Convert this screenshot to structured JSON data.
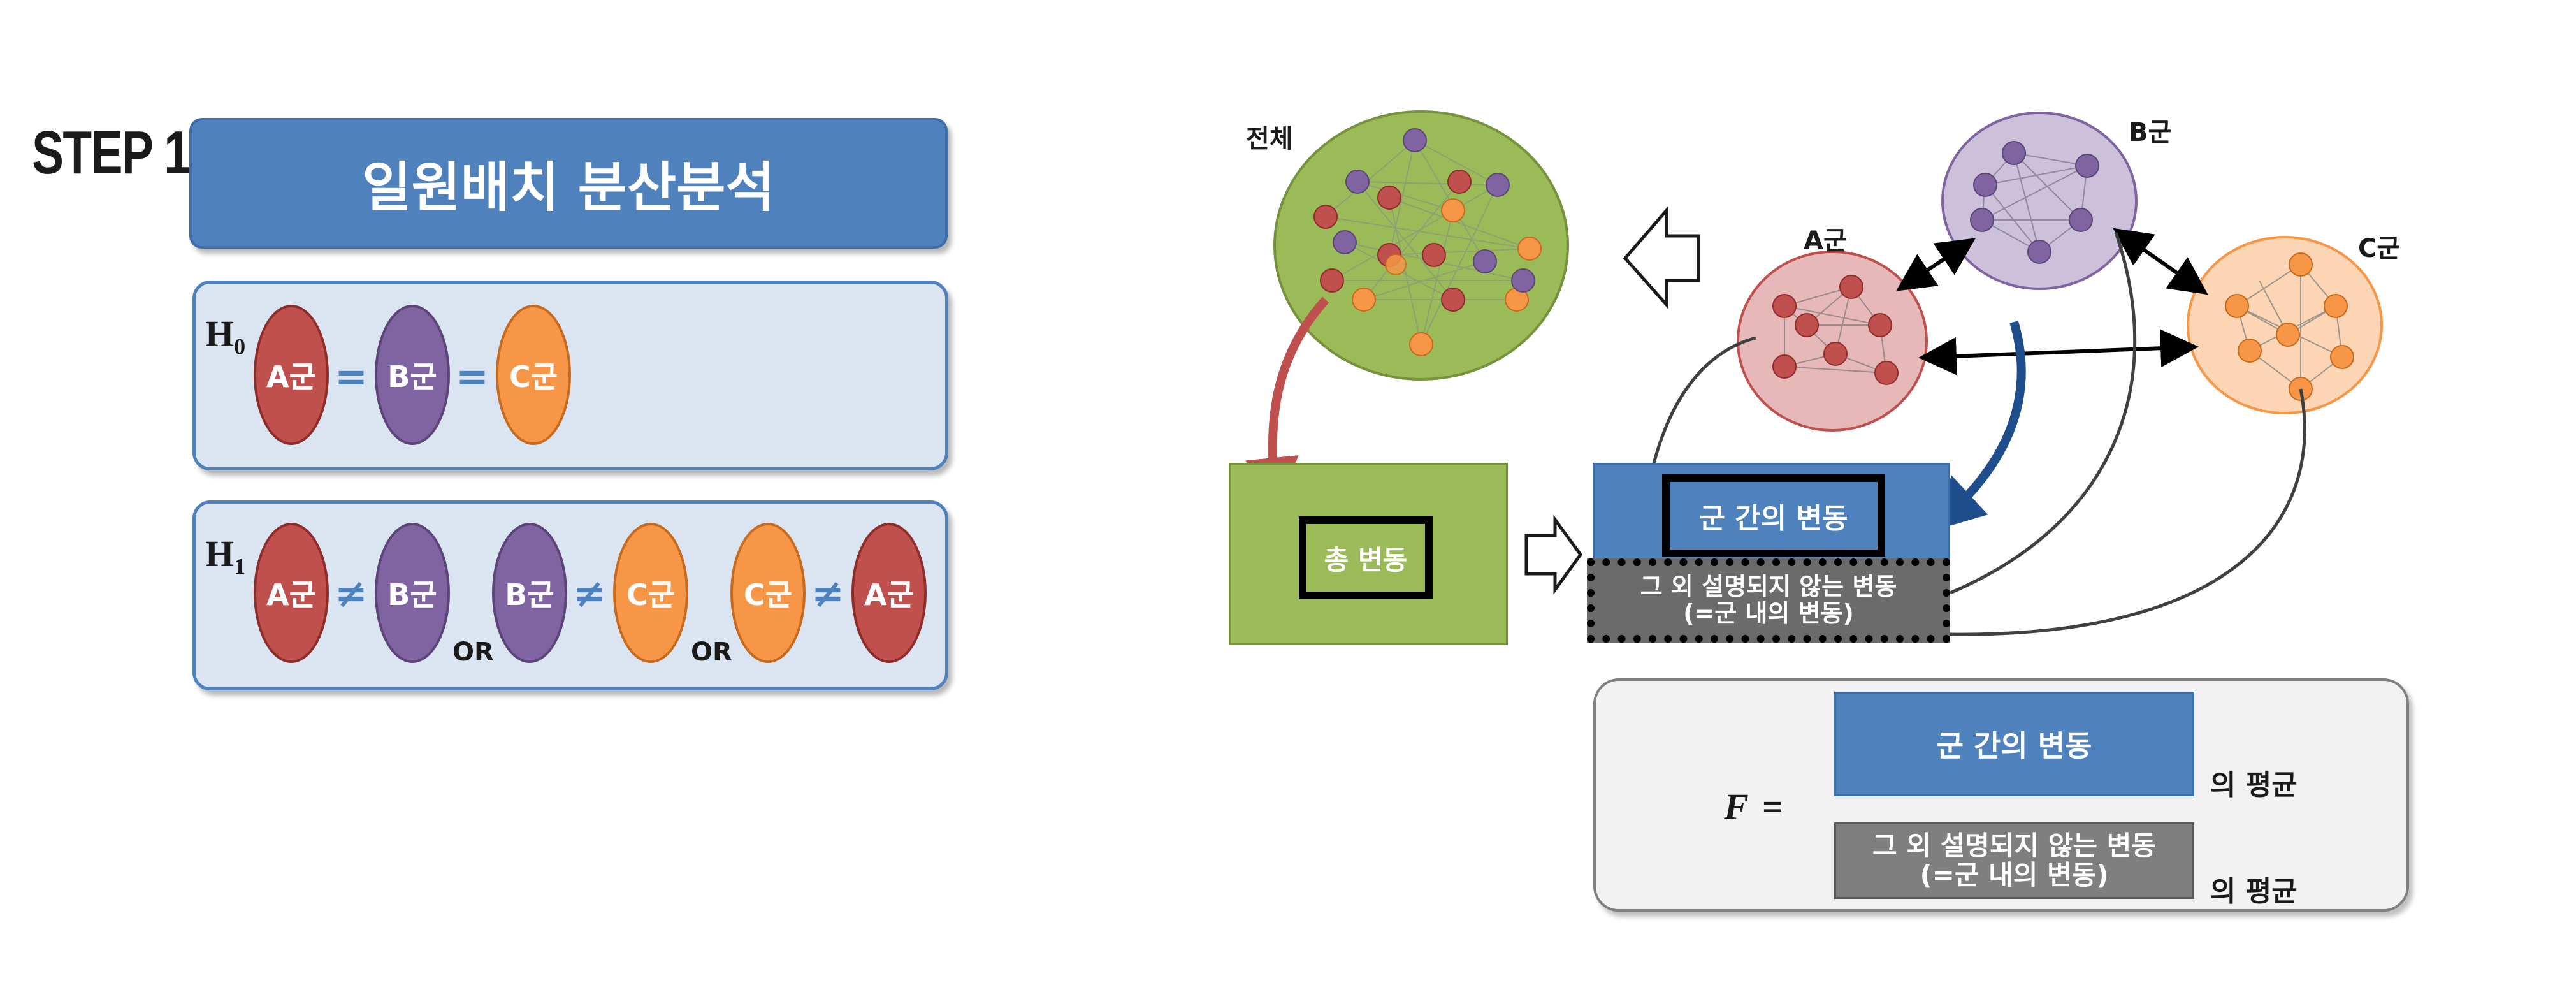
{
  "left_panel": {
    "step_label": "STEP 1",
    "title": "일원배치 분산분석",
    "h0": {
      "label": "H",
      "sub": "0",
      "groups": [
        "A군",
        "B군",
        "C군"
      ],
      "operator": "="
    },
    "h1": {
      "label": "H",
      "sub": "1",
      "pairs": [
        {
          "left": "A군",
          "right": "B군"
        },
        {
          "left": "B군",
          "right": "C군"
        },
        {
          "left": "C군",
          "right": "A군"
        }
      ],
      "operator": "≠",
      "or_label": "OR"
    }
  },
  "right_panel": {
    "total_label": "전체",
    "group_labels": {
      "a": "A군",
      "b": "B군",
      "c": "C군"
    },
    "total_variation": "총 변동",
    "between_variation": "군 간의 변동",
    "within_line1": "그 외 설명되지 않는 변동",
    "within_line2": "(=군 내의 변동)",
    "formula": {
      "f_symbol": "F",
      "equals": "=",
      "numerator": "군 간의 변동",
      "denominator_line1": "그 외 설명되지 않는 변동",
      "denominator_line2": "(=군 내의 변동)",
      "mean_label": "의 평균"
    }
  },
  "colors": {
    "blue": "#4f81bd",
    "red": "#c0504d",
    "purple": "#8064a2",
    "orange": "#f79646",
    "green": "#9bbb59",
    "gray": "#7f7f7f"
  }
}
